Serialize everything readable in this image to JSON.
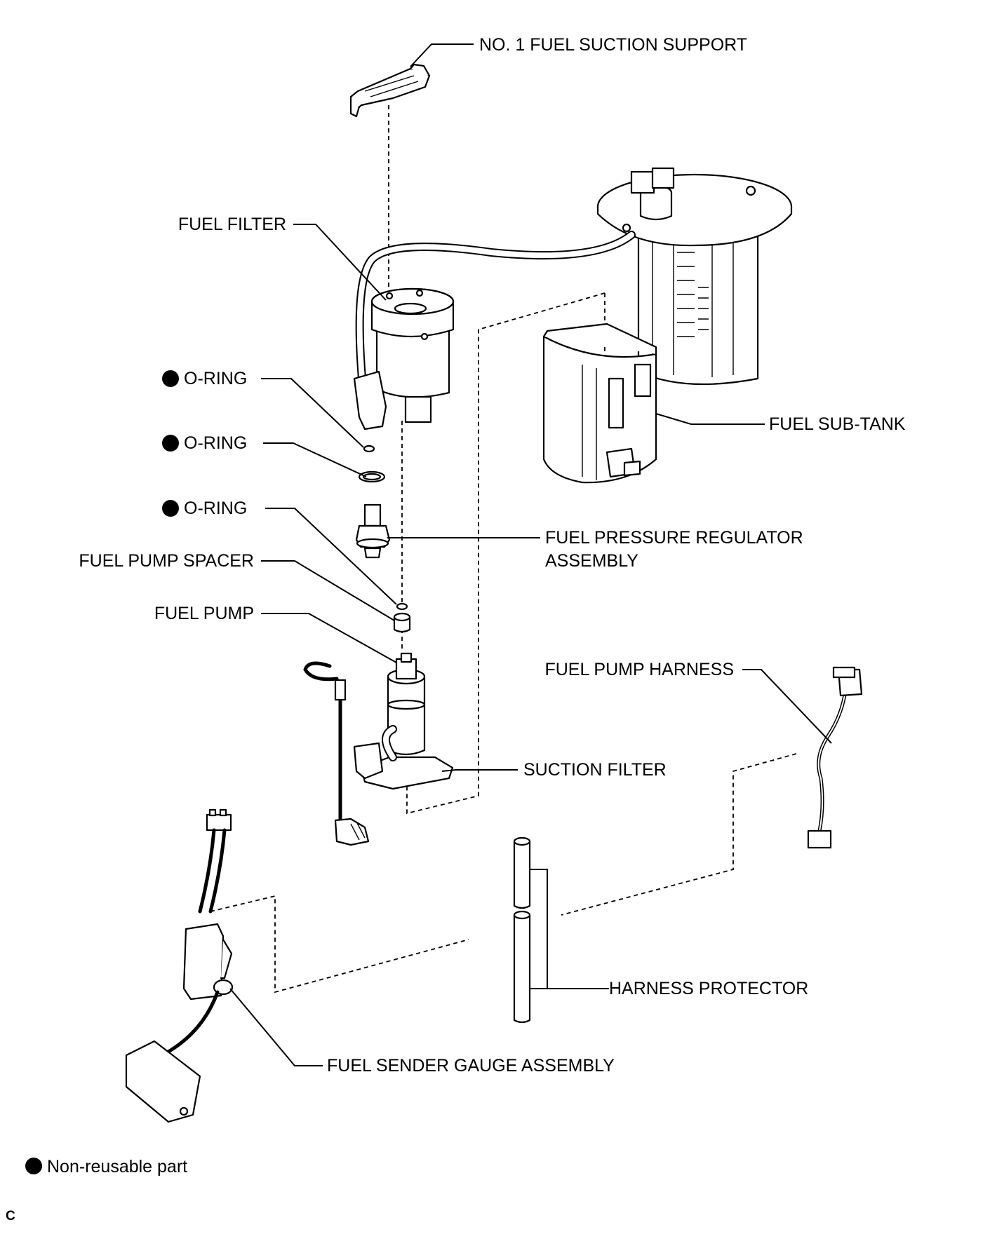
{
  "labels": {
    "suction_support": "NO. 1 FUEL SUCTION SUPPORT",
    "fuel_filter": "FUEL FILTER",
    "o_ring_1": "O-RING",
    "o_ring_2": "O-RING",
    "o_ring_3": "O-RING",
    "fuel_sub_tank": "FUEL SUB-TANK",
    "pressure_regulator_line1": "FUEL PRESSURE REGULATOR",
    "pressure_regulator_line2": "ASSEMBLY",
    "pump_spacer": "FUEL PUMP SPACER",
    "fuel_pump": "FUEL PUMP",
    "pump_harness": "FUEL PUMP HARNESS",
    "suction_filter": "SUCTION FILTER",
    "harness_protector": "HARNESS PROTECTOR",
    "sender_gauge": "FUEL SENDER GAUGE ASSEMBLY"
  },
  "legend": {
    "non_reusable": "Non-reusable part"
  },
  "corner_code": "C",
  "colors": {
    "ink": "#000000",
    "paper": "#ffffff"
  }
}
